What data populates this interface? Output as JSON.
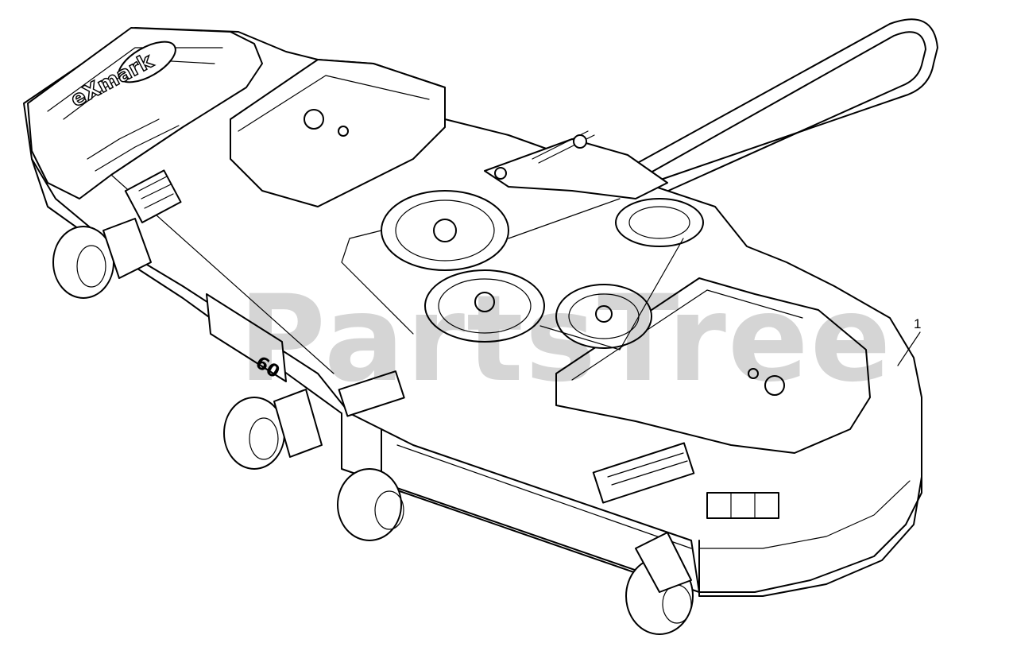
{
  "watermark": {
    "text": "PartsTree"
  },
  "callouts": [
    {
      "label": "1"
    }
  ],
  "diagram": {
    "logo_text": "eXmark",
    "deck_size_label": "60",
    "icons": [
      "wheel-icon",
      "pulley-icon",
      "belt-icon",
      "spring-icon",
      "decal-icon"
    ]
  }
}
